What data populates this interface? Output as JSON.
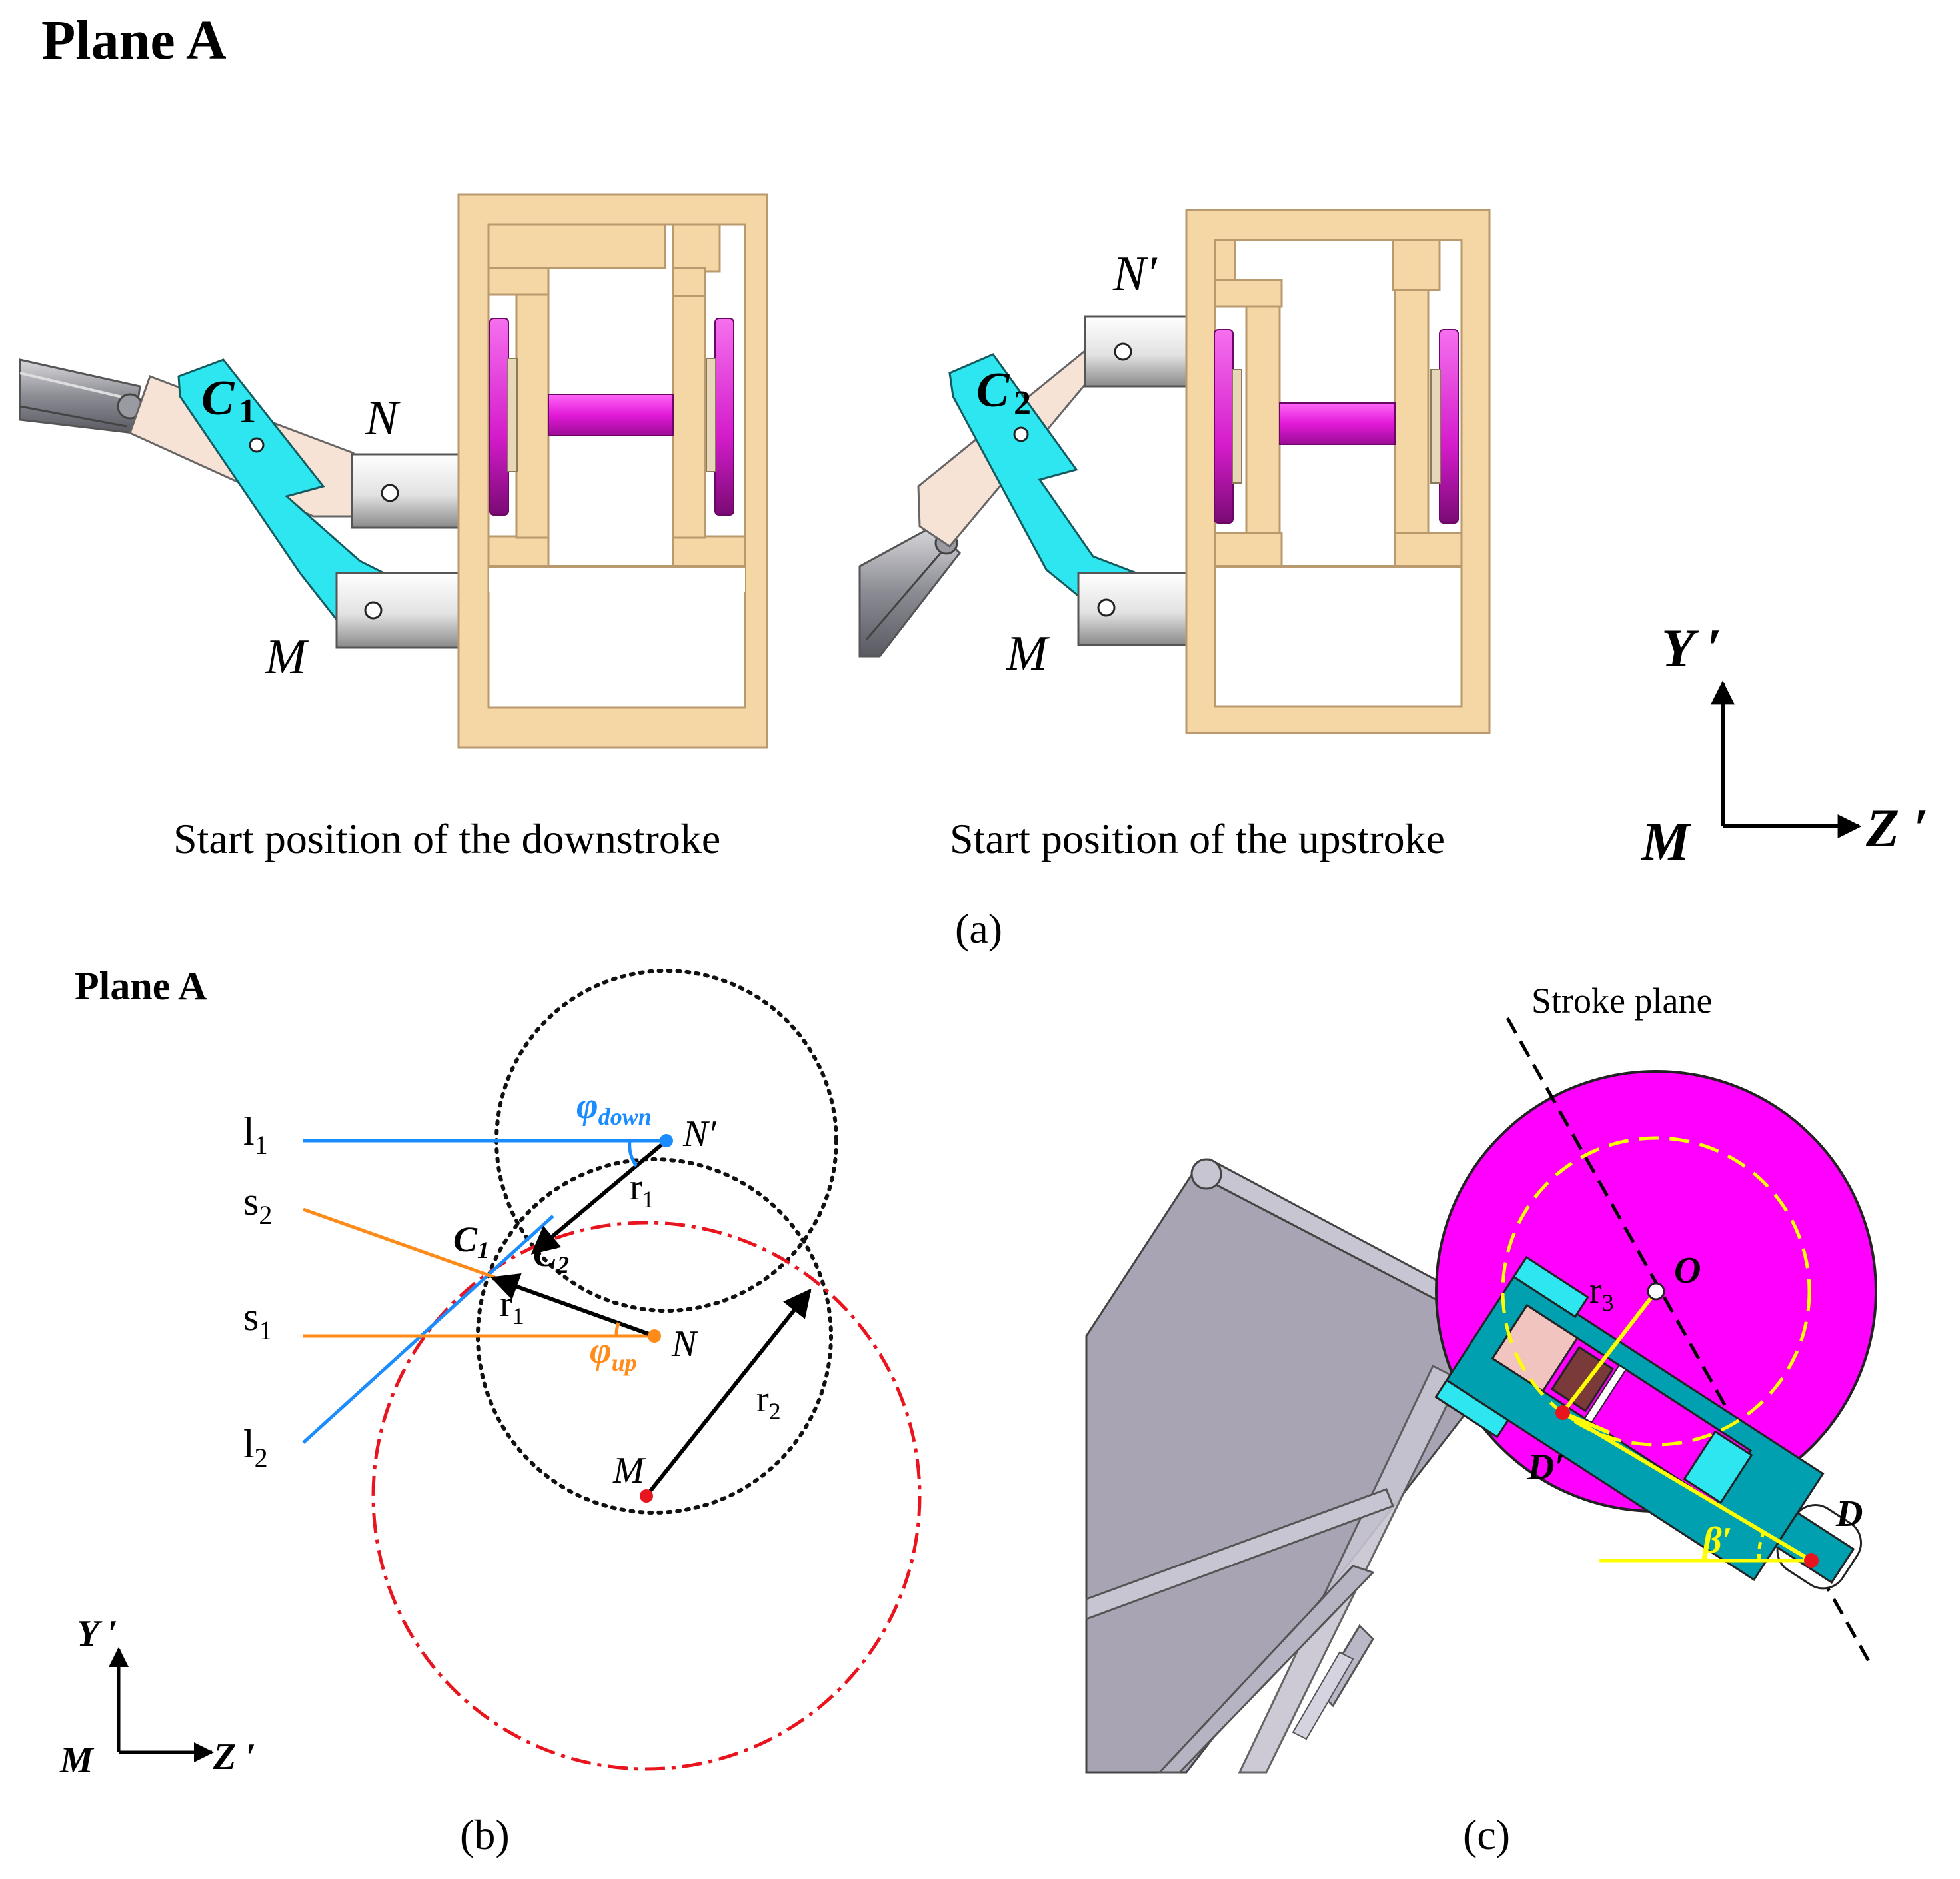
{
  "panel_a": {
    "title": "Plane A",
    "caption_left": "Start position of the downstroke",
    "caption_right": "Start position of the upstroke",
    "label_left_C": "C",
    "label_left_C_sub": "1",
    "label_left_N": "N",
    "label_left_M": "M",
    "label_right_C": "C",
    "label_right_C_sub": "2",
    "label_right_N": "N′",
    "label_right_M": "M",
    "axis_y": "Y ′",
    "axis_z": "Z ′",
    "axis_origin": "M",
    "panel_label": "(a)"
  },
  "panel_b": {
    "title": "Plane A",
    "l1": "l",
    "l1_sub": "1",
    "l2": "l",
    "l2_sub": "2",
    "s1": "s",
    "s1_sub": "1",
    "s2": "s",
    "s2_sub": "2",
    "phi_down": "φ",
    "phi_down_sub": "down",
    "phi_up": "φ",
    "phi_up_sub": "up",
    "N_prime": "N′",
    "N": "N",
    "M": "M",
    "C1": "C",
    "C1_sub": "1",
    "C2": "C",
    "C2_sub": "2",
    "r1_top": "r",
    "r1_top_sub": "1",
    "r1_bottom": "r",
    "r1_bottom_sub": "1",
    "r2": "r",
    "r2_sub": "2",
    "axis_y": "Y ′",
    "axis_z": "Z ′",
    "axis_origin": "M",
    "panel_label": "(b)",
    "colors": {
      "blue": "#1a8cff",
      "orange": "#ff8c1a",
      "red": "#e8141e",
      "black": "#000000"
    }
  },
  "panel_c": {
    "stroke_plane": "Stroke plane",
    "O": "O",
    "r3": "r",
    "r3_sub": "3",
    "D_prime": "D′",
    "D": "D",
    "beta": "β′",
    "panel_label": "(c)",
    "colors": {
      "magenta_disk": "#ff00ff",
      "teal_arm": "#00a0b0",
      "yellow": "#ffff00",
      "gray_frame": "#a8a4b4"
    }
  },
  "colors": {
    "wood": "#f5d6a5",
    "cyan_part": "#2ee6f0",
    "magenta": "#e21ad8",
    "black": "#000000"
  }
}
